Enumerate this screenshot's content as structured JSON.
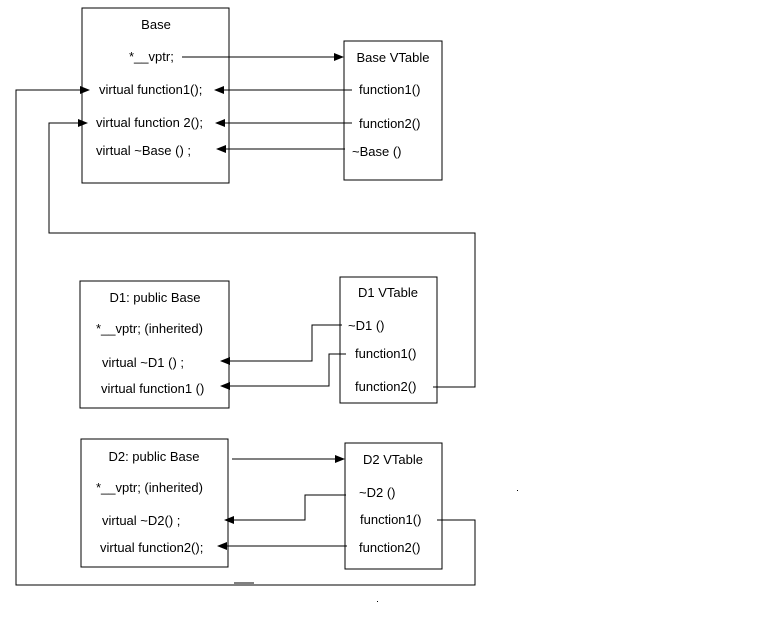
{
  "boxes": {
    "base": {
      "title": "Base",
      "lines": [
        "*__vptr;",
        "virtual function1();",
        "virtual function 2();",
        "virtual ~Base () ;"
      ]
    },
    "base_vtable": {
      "title": "Base VTable",
      "lines": [
        "function1()",
        "function2()",
        "~Base ()"
      ]
    },
    "d1": {
      "title": "D1: public Base",
      "lines": [
        "*__vptr; (inherited)",
        "virtual ~D1 () ;",
        "virtual function1 ()"
      ]
    },
    "d1_vtable": {
      "title": "D1 VTable",
      "lines": [
        "~D1 ()",
        "function1()",
        "function2()"
      ]
    },
    "d2": {
      "title": "D2: public Base",
      "lines": [
        "*__vptr; (inherited)",
        "virtual ~D2() ;",
        "virtual function2();"
      ]
    },
    "d2_vtable": {
      "title": "D2 VTable",
      "lines": [
        "~D2 ()",
        "function1()",
        "function2()"
      ]
    }
  },
  "colors": {
    "stroke": "#000000",
    "background": "#ffffff"
  }
}
